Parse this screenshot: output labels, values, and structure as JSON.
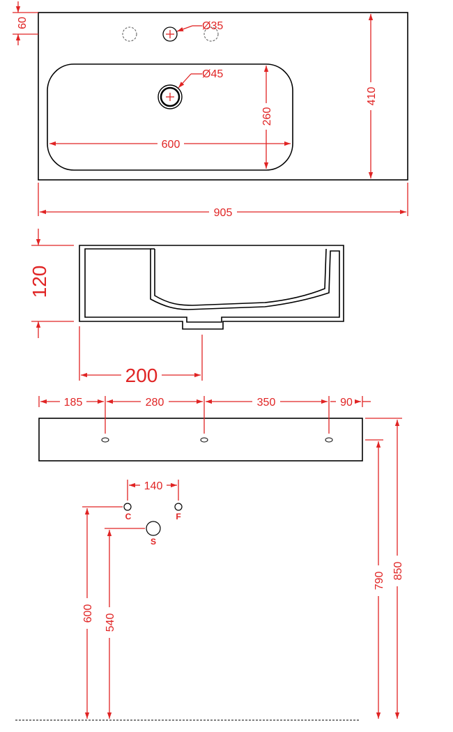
{
  "top_view": {
    "dim_rim_offset": "60",
    "dim_tap_hole": "Ø35",
    "dim_drain_hole": "Ø45",
    "dim_basin_width": "600",
    "dim_basin_depth": "260",
    "dim_total_depth": "410",
    "dim_total_width": "905"
  },
  "side_section": {
    "dim_height": "120",
    "dim_drain_offset": "200"
  },
  "front_view": {
    "dim_seg_1": "185",
    "dim_seg_2": "280",
    "dim_seg_3": "350",
    "dim_seg_4": "90",
    "dim_tap_spacing": "140",
    "label_cold": "C",
    "label_hot": "F",
    "label_waste": "S",
    "dim_cold_height": "600",
    "dim_waste_height": "540",
    "dim_underside_height": "790",
    "dim_top_height": "850"
  },
  "colors": {
    "dimension": "#e02424",
    "outline": "#000000"
  }
}
